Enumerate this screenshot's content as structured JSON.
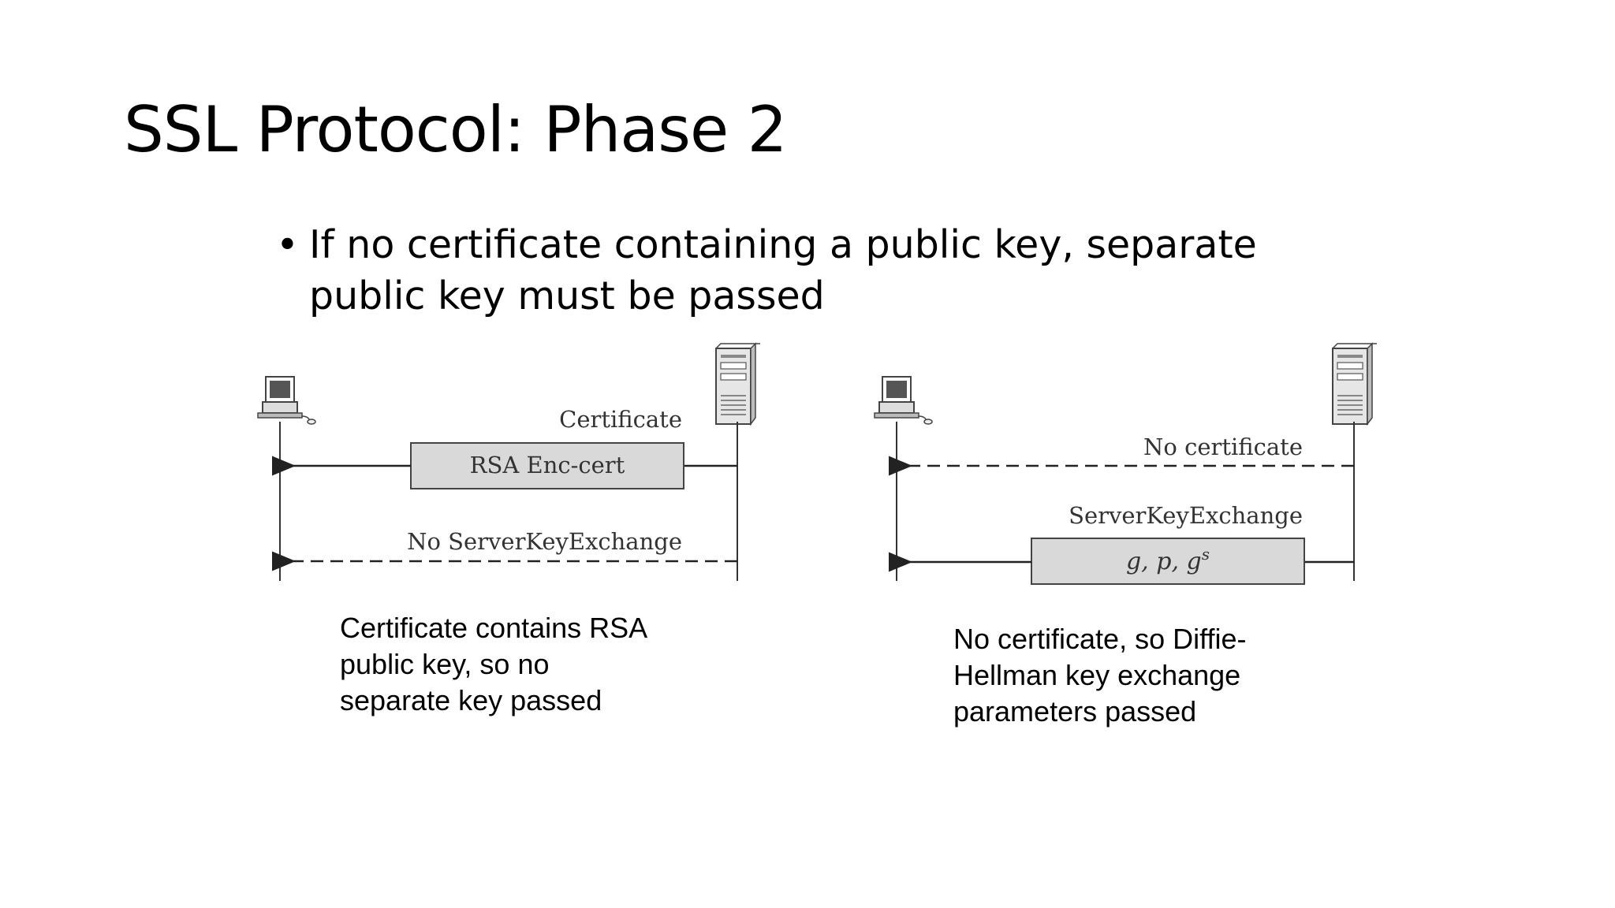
{
  "slide": {
    "title": "SSL Protocol: Phase 2",
    "bullet_line1": "If no certificate containing a public key, separate",
    "bullet_line2": "public key must be passed"
  },
  "diagram_left": {
    "certificate_label": "Certificate",
    "box_label": "RSA Enc-cert",
    "dashed_label": "No ServerKeyExchange",
    "caption_line1": "Certificate contains RSA",
    "caption_line2": "public key, so no",
    "caption_line3": "separate key passed"
  },
  "diagram_right": {
    "dashed_label": "No certificate",
    "exchange_label": "ServerKeyExchange",
    "params_g": "g",
    "params_p": "p",
    "params_exp": "s",
    "caption_line1": "No certificate, so Diffie-",
    "caption_line2": "Hellman key exchange",
    "caption_line3": "parameters passed"
  },
  "icons": [
    "client-computer-icon",
    "server-tower-icon"
  ]
}
